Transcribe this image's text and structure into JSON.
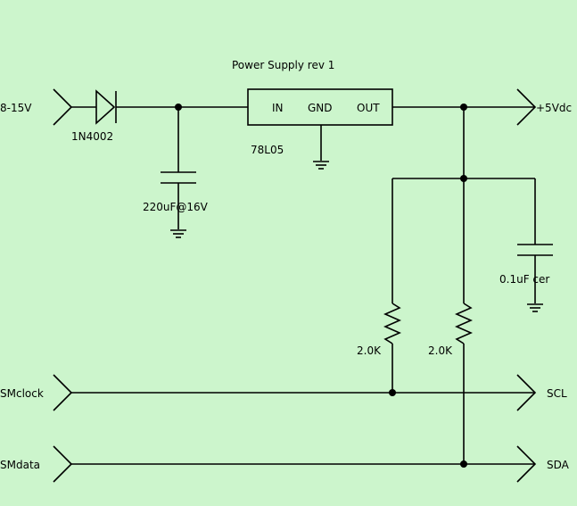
{
  "title": "Power Supply rev 1",
  "colors": {
    "background": "#ccf5cc",
    "ink": "#000000"
  },
  "labels": {
    "input_voltage": "8-15V",
    "diode": "1N4002",
    "input_cap": "220uF@16V",
    "regulator_in": "IN",
    "regulator_gnd": "GND",
    "regulator_out": "OUT",
    "regulator_part": "78L05",
    "output_voltage": "+5Vdc",
    "output_cap": "0.1uF cer",
    "resistor_left": "2.0K",
    "resistor_right": "2.0K",
    "smclock": "SMclock",
    "smdata": "SMdata",
    "scl": "SCL",
    "sda": "SDA"
  }
}
